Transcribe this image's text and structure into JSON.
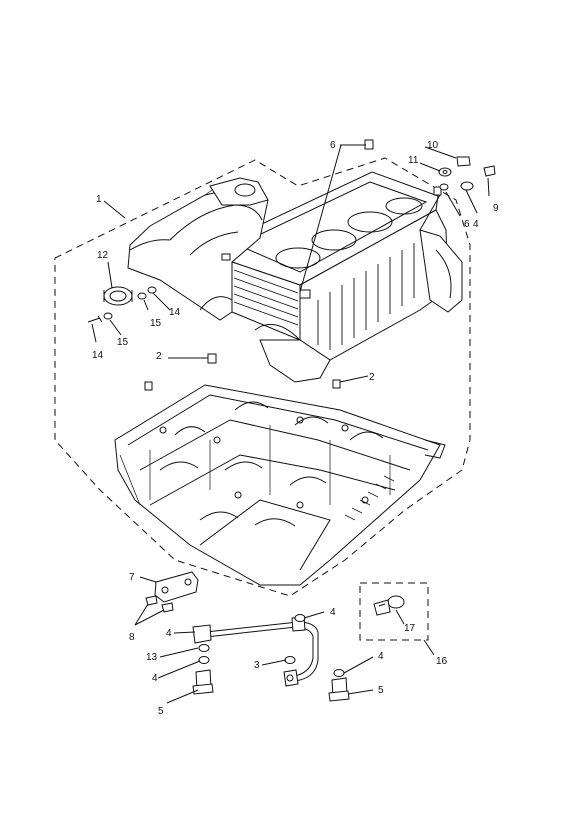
{
  "callouts": [
    {
      "id": "c1",
      "text": "1"
    },
    {
      "id": "c2a",
      "text": "2"
    },
    {
      "id": "c2b",
      "text": "2"
    },
    {
      "id": "c3",
      "text": "3"
    },
    {
      "id": "c4a",
      "text": "4"
    },
    {
      "id": "c4b",
      "text": "4"
    },
    {
      "id": "c4c",
      "text": "4"
    },
    {
      "id": "c4d",
      "text": "4"
    },
    {
      "id": "c4e",
      "text": "4"
    },
    {
      "id": "c5a",
      "text": "5"
    },
    {
      "id": "c5b",
      "text": "5"
    },
    {
      "id": "c6a",
      "text": "6"
    },
    {
      "id": "c6b",
      "text": "6"
    },
    {
      "id": "c7",
      "text": "7"
    },
    {
      "id": "c8",
      "text": "8"
    },
    {
      "id": "c9",
      "text": "9"
    },
    {
      "id": "c10",
      "text": "10"
    },
    {
      "id": "c11",
      "text": "11"
    },
    {
      "id": "c12",
      "text": "12"
    },
    {
      "id": "c13",
      "text": "13"
    },
    {
      "id": "c14a",
      "text": "14"
    },
    {
      "id": "c14b",
      "text": "14"
    },
    {
      "id": "c15a",
      "text": "15"
    },
    {
      "id": "c15b",
      "text": "15"
    },
    {
      "id": "c16",
      "text": "16"
    },
    {
      "id": "c17",
      "text": "17"
    }
  ]
}
